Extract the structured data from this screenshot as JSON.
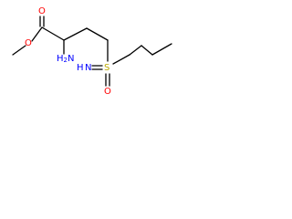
{
  "molecule": {
    "atoms": {
      "carbonyl_oxygen": {
        "label": "O",
        "color": "#ff0000"
      },
      "ester_oxygen": {
        "label": "O",
        "color": "#ff0000"
      },
      "amine": {
        "label": "H",
        "subscript": "2",
        "label_main": "N",
        "color": "#0000ff"
      },
      "imine_nitrogen": {
        "label": "N",
        "color": "#0000ff"
      },
      "imine_hydrogen": {
        "label": "H",
        "color": "#0000ff"
      },
      "sulfur": {
        "label": "S",
        "color": "#bbaa00"
      },
      "sulfoxide_oxygen": {
        "label": "O",
        "color": "#ff0000"
      }
    }
  }
}
